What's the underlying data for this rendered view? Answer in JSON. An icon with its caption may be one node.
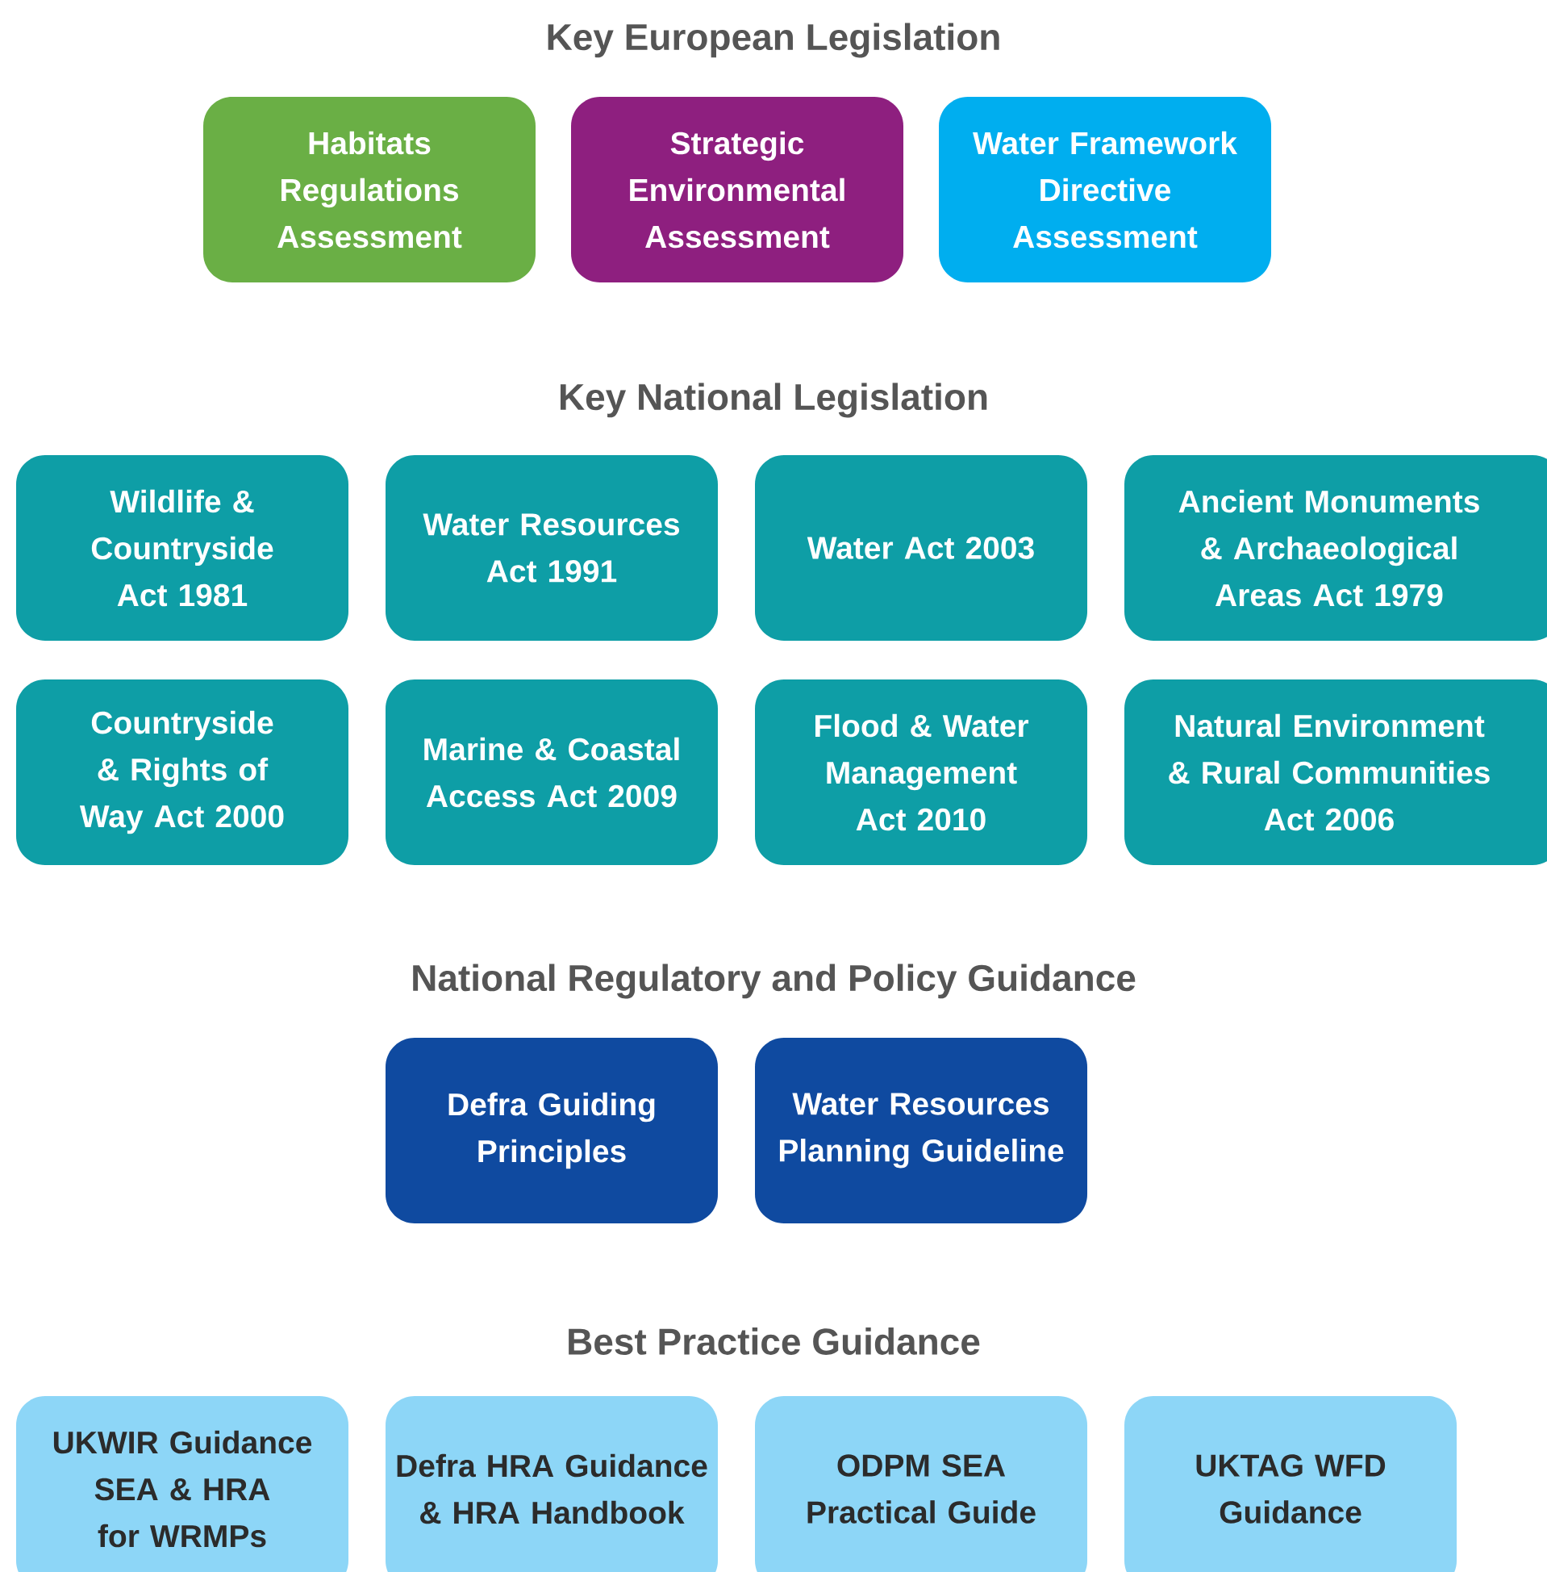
{
  "diagram": {
    "nodes": [
      {
        "text": [
          "Habitats Regulations Assessment"
        ]
      },
      {
        "text": [
          "Strategic Environmental Assessment"
        ]
      },
      {
        "text": [
          "Water Framework Directive Assessment"
        ]
      },
      {
        "text": [
          "Wildlife & Countryside Act 1981"
        ]
      },
      {
        "text": [
          "Water Resources Act 1991"
        ]
      },
      {
        "text": [
          "Water Act 2003"
        ]
      },
      {
        "text": [
          "Ancient Monuments & Archaeological Areas Act 1979"
        ]
      },
      {
        "text": [
          "Countryside & Rights of Way Act 2000"
        ]
      },
      {
        "text": [
          "Marine & Coastal Access Act 2009"
        ]
      },
      {
        "text": [
          "Flood & Water Management Act 2010"
        ]
      },
      {
        "text": [
          "Natural Environment & Rural Communities Act 2006"
        ]
      },
      {
        "text": [
          "Defra Guiding Principles"
        ]
      },
      {
        "text": [
          "Water Resources Planning Guideline"
        ]
      },
      {
        "text": [
          "UKWIR Guidance SEA & HRA for WRMPs"
        ]
      },
      {
        "text": [
          "Defra HRA Guidance & HRA Handbook"
        ]
      },
      {
        "text": [
          "ODPM SEA Practical Guide"
        ]
      },
      {
        "text": [
          "UKTAG WFD Guidance"
        ]
      }
    ],
    "labels": [
      "Key European Legislation",
      "Key National Legislation",
      "National Regulatory and Policy Guidance",
      "Best Practice Guidance"
    ]
  }
}
